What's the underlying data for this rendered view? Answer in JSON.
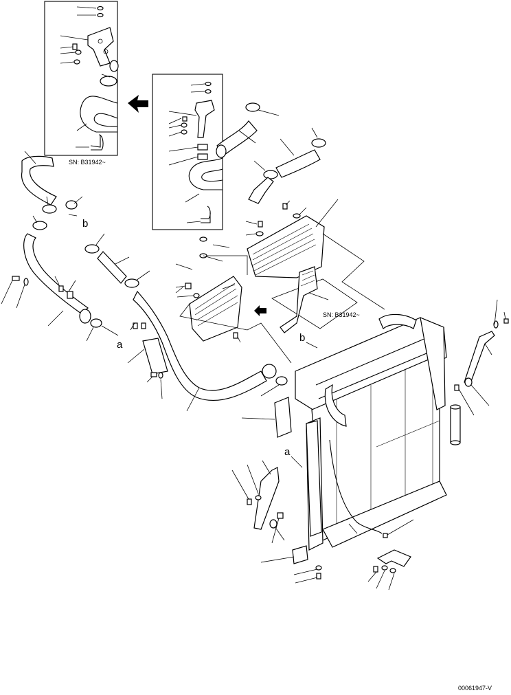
{
  "callouts": {
    "a_left": "a",
    "a_right": "a",
    "b_left": "b",
    "b_right": "b"
  },
  "serial_notes": {
    "inset_top": "SN: B31942~",
    "inset_right": "SN: B31942~"
  },
  "drawing_id": "00061947-V",
  "icons": [
    "direction-arrow-icon"
  ]
}
